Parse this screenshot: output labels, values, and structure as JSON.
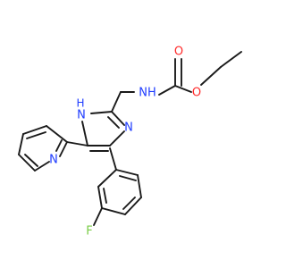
{
  "atoms": {
    "O_ester": "O",
    "O_carbonyl": "O",
    "NH_carbamate": "NH",
    "NH_imidazole": "H\nN",
    "N_imidazole": "N",
    "N_pyridine": "N",
    "F": "F"
  },
  "colors": {
    "bond": "#1a1a1a",
    "oxygen": "#ff2a2a",
    "nitrogen": "#1f3cff",
    "fluorine": "#77cc44"
  }
}
